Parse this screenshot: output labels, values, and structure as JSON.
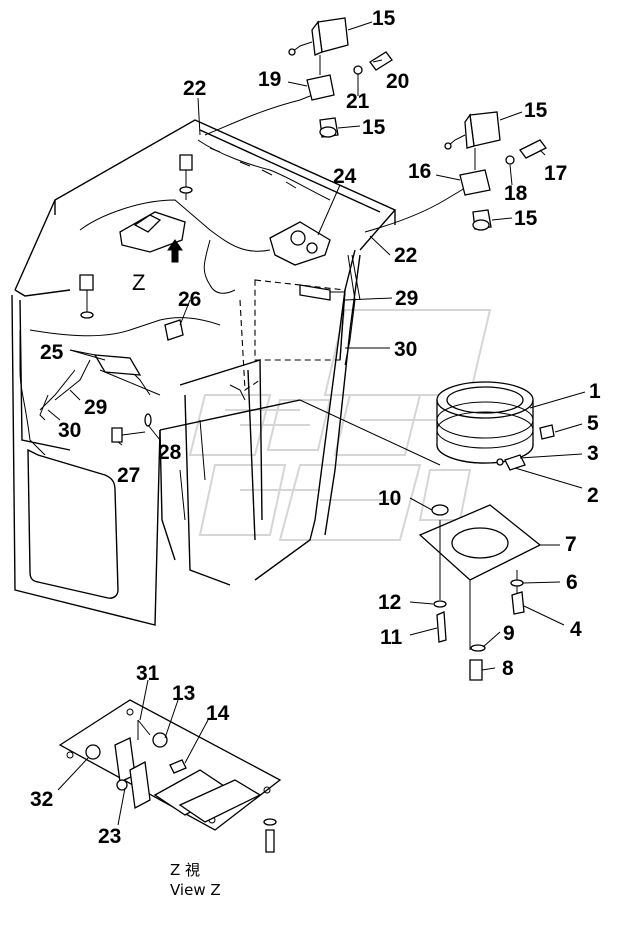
{
  "callouts": {
    "c15a": "15",
    "c19": "19",
    "c20": "20",
    "c21": "21",
    "c15b": "15",
    "c22a": "22",
    "c15c": "15",
    "c16": "16",
    "c17": "17",
    "c18": "18",
    "c15d": "15",
    "c24": "24",
    "c22b": "22",
    "c26": "26",
    "c29a": "29",
    "c25": "25",
    "c30a": "30",
    "c29b": "29",
    "c30b": "30",
    "c27": "27",
    "c28": "28",
    "c1": "1",
    "c5": "5",
    "c3": "3",
    "c2": "2",
    "c10": "10",
    "c7": "7",
    "c6": "6",
    "c12": "12",
    "c4": "4",
    "c11": "11",
    "c9": "9",
    "c8": "8",
    "c31": "31",
    "c13": "13",
    "c14": "14",
    "c32": "32",
    "c23": "23"
  },
  "view_label": "Z",
  "caption": {
    "line1": "Z  視",
    "line2": "View Z"
  }
}
